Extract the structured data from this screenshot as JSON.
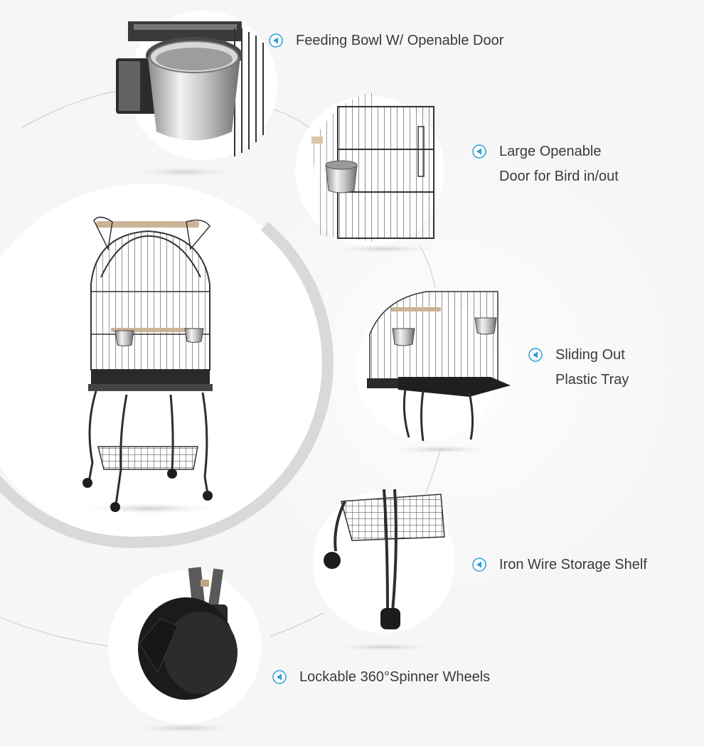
{
  "features": [
    {
      "id": "feeding-bowl",
      "lines": [
        "Feeding Bowl W/ Openable Door"
      ],
      "icon": "arrow-left-circle-icon"
    },
    {
      "id": "openable-door",
      "lines": [
        "Large Openable",
        "Door for Bird in/out"
      ],
      "icon": "arrow-left-circle-icon"
    },
    {
      "id": "sliding-tray",
      "lines": [
        "Sliding Out",
        "Plastic Tray"
      ],
      "icon": "arrow-left-circle-icon"
    },
    {
      "id": "storage-shelf",
      "lines": [
        "Iron Wire Storage Shelf"
      ],
      "icon": "arrow-left-circle-icon"
    },
    {
      "id": "spinner-wheels",
      "lines": [
        "Lockable 360°Spinner Wheels"
      ],
      "icon": "arrow-left-circle-icon"
    }
  ],
  "colors": {
    "text": "#3a3a3a",
    "accent": "#2a9fd8",
    "wire": "#3c3c3c",
    "background": "#f6f6f6"
  }
}
